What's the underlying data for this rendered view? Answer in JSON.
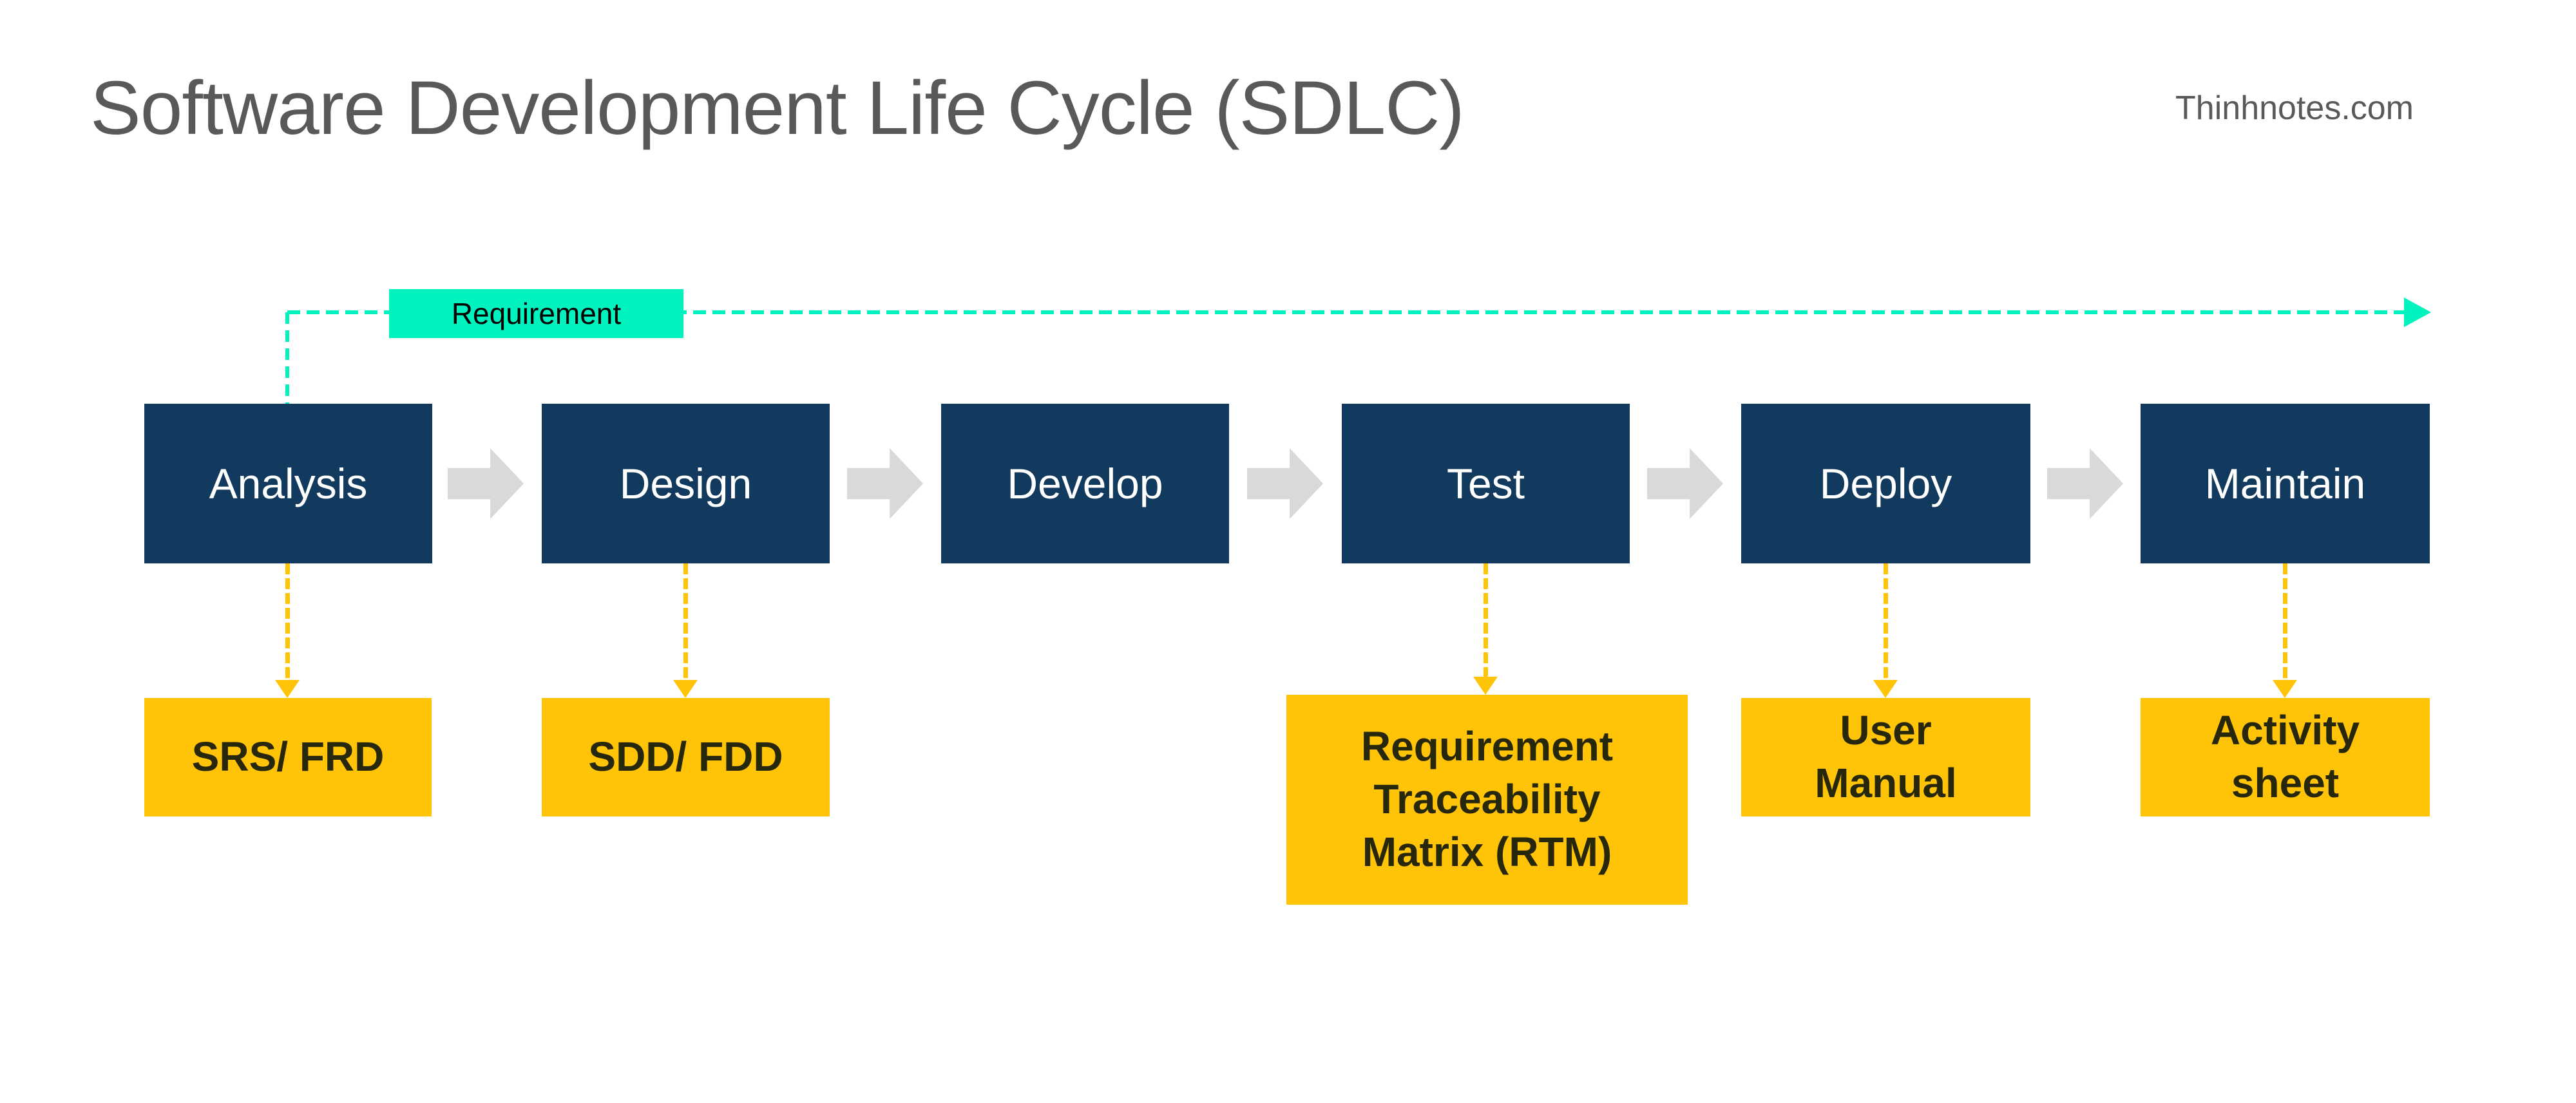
{
  "page": {
    "title": "Software Development Life Cycle (SDLC)",
    "watermark": "Thinhnotes.com"
  },
  "requirement_flow": {
    "label": "Requirement"
  },
  "stages": [
    {
      "label": "Analysis",
      "deliverable": [
        "SRS/ FRD"
      ]
    },
    {
      "label": "Design",
      "deliverable": [
        "SDD/ FDD"
      ]
    },
    {
      "label": "Develop"
    },
    {
      "label": "Test",
      "deliverable": [
        "Requirement",
        "Traceability",
        "Matrix (RTM)"
      ]
    },
    {
      "label": "Deploy",
      "deliverable": [
        "User",
        "Manual"
      ]
    },
    {
      "label": "Maintain",
      "deliverable": [
        "Activity",
        "sheet"
      ]
    }
  ],
  "colors": {
    "stage_box": "#12395E",
    "deliverable_box": "#FFC408",
    "requirement_accent": "#00F2BF",
    "flow_arrow": "#D9D9D9",
    "title_text": "#595959",
    "deliverable_text": "#26270B",
    "stage_text": "#FFFFFF"
  }
}
